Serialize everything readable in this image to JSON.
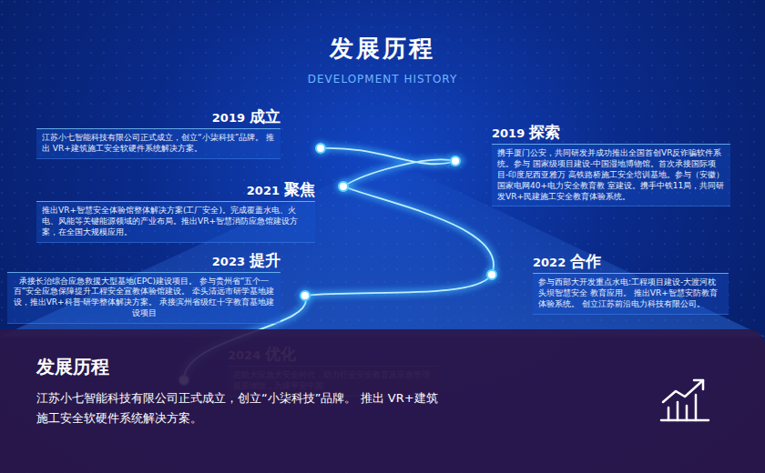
{
  "diagram": {
    "title": "发展历程",
    "nodes": [
      {
        "text": [
          "2019",
          "成立",
          "江苏小七智能科技有限公司正式成立，创立“小柒科技”品牌。 推出 VR+建筑施工安全软硬件系统解决方案。"
        ]
      },
      {
        "text": [
          "2019",
          "探索",
          "携手厦门公安，共同研发并成功推出全国首创VR反诈骗软件系统。参与 国家级项目建设-中国湿地博物馆。首次承接国际项目-印度尼西亚雅万 高铁路桥施工安全培训基地。参与（安徽）国家电网40+电力安全教育教 室建设。携手中铁11局，共同研发VR+民建施工安全教育体验系统。"
        ]
      },
      {
        "text": [
          "2021",
          "聚焦",
          "推出VR+智慧安全体验馆整体解决方案(工厂安全)。完成覆盖水电、火 电、风能等关键能源领域的产业布局。推出VR+智慧消防应急馆建设方 案，在全国大规模应用。"
        ]
      },
      {
        "text": [
          "2022",
          "合作",
          "参与西部大开发重点水电:工程项目建设-大渡河枕头坝智慧安全 教育应用。 推出VR+智慧安防教育体验系统。 创立江苏前沿电力科技有限公司。"
        ]
      },
      {
        "text": [
          "2023",
          "提升",
          "承接长治综合应急救援大型基地(EPC)建设项目。 参与贵州省“五个一百”安全应急保障提升工程安全宣教体验馆建设。 牵头清远市研学基地建设，推出VR+科普·研学整体解决方案。 承接滨州省级红十字教育基地建设项目"
        ]
      },
      {
        "text": [
          "发展历程",
          "江苏小七智能科技有限公司正式成立，创立“小柒科技”品牌。 推出 VR+建筑施工安全软硬件系统解决方案。"
        ]
      },
      {
        "text": [
          "2024",
          "优化",
          "启航大应急大安全时代，助力行业安全教育及应急管理提质增效，为建平安中国"
        ]
      }
    ],
    "labels": [
      "DEVELOPMENT HISTORY"
    ]
  }
}
